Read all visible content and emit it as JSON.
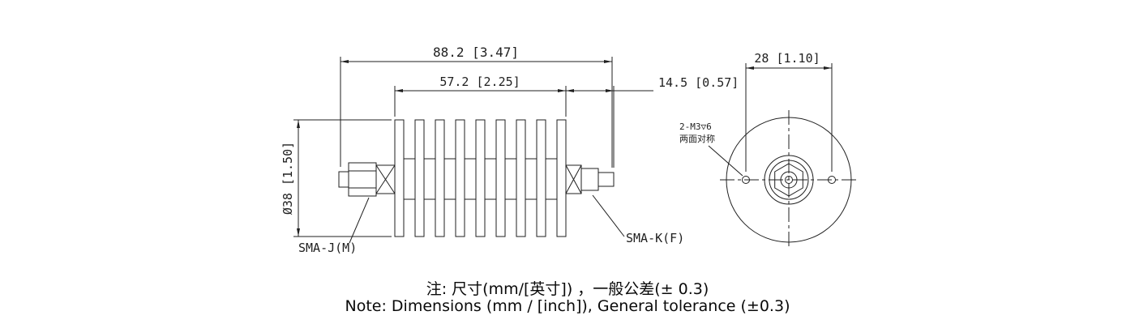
{
  "side_view": {
    "dim_overall": "88.2 [3.47]",
    "dim_fins": "57.2 [2.25]",
    "dim_connector": "14.5 [0.57]",
    "dim_diameter": "Ø38 [1.50]",
    "label_male_connector": "SMA-J(M)",
    "label_female_connector": "SMA-K(F)"
  },
  "end_view": {
    "dim_hole_spacing": "28 [1.10]",
    "label_thread": "2-M3▽6",
    "label_thread_note": "两面对称"
  },
  "notes": {
    "cn": "注: 尺寸(mm/[英寸]) ，一般公差(± 0.3)",
    "en": "Note: Dimensions (mm / [inch]), General tolerance (±0.3)"
  },
  "colors": {
    "line": "#1f1f1f",
    "background": "#ffffff"
  }
}
